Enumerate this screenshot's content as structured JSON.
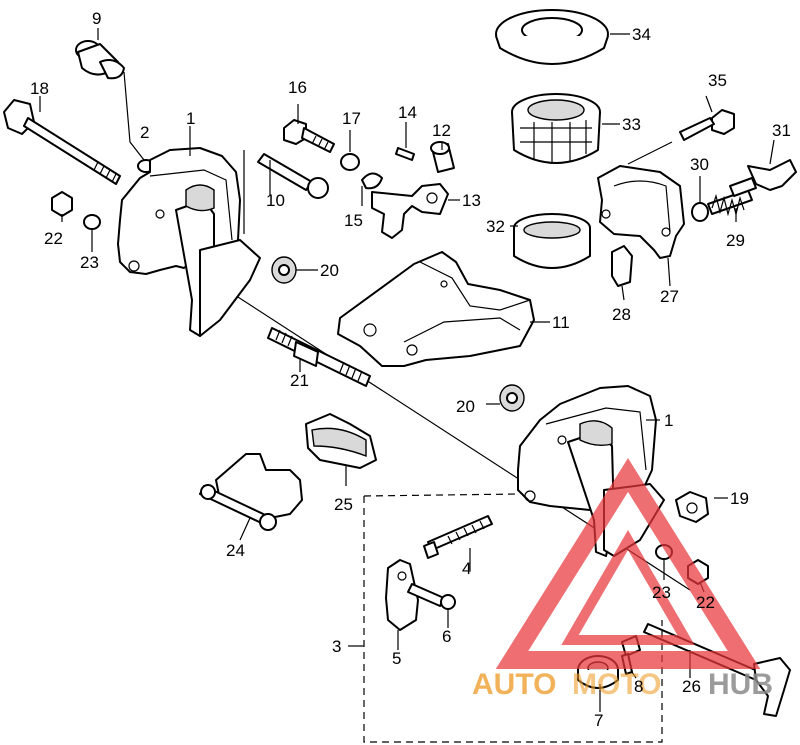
{
  "callouts": {
    "c1a": "1",
    "c1b": "1",
    "c2": "2",
    "c3": "3",
    "c4": "4",
    "c5": "5",
    "c6": "6",
    "c7": "7",
    "c8": "8",
    "c9": "9",
    "c10": "10",
    "c11": "11",
    "c12": "12",
    "c13": "13",
    "c14": "14",
    "c15": "15",
    "c16": "16",
    "c17": "17",
    "c18": "18",
    "c19": "19",
    "c20a": "20",
    "c20b": "20",
    "c21": "21",
    "c22a": "22",
    "c22b": "22",
    "c23a": "23",
    "c23b": "23",
    "c24": "24",
    "c25": "25",
    "c26": "26",
    "c27": "27",
    "c28": "28",
    "c29": "29",
    "c30": "30",
    "c31": "31",
    "c32": "32",
    "c33": "33",
    "c34": "34",
    "c35": "35"
  },
  "watermark": {
    "part1": "AUTO",
    "part2": "MOTO",
    "part3": "HUB",
    "color_red": "#e8373b",
    "color_orange": "#f0a030",
    "color_grey": "#8a8a8a"
  }
}
